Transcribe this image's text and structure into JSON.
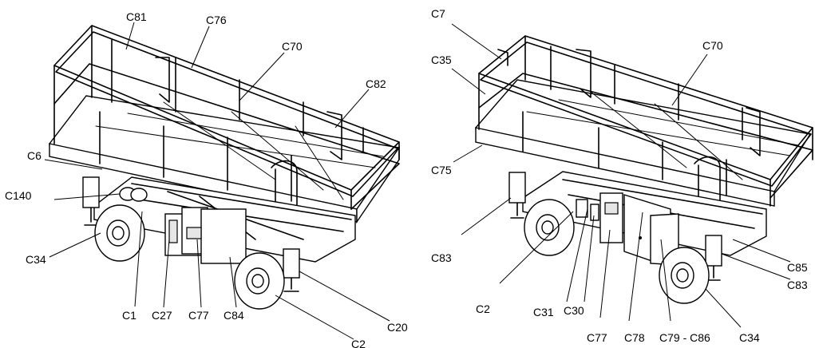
{
  "left_view": {
    "callouts": [
      "C81",
      "C76",
      "C70",
      "C82",
      "C6",
      "C140",
      "C34",
      "C1",
      "C27",
      "C77",
      "C84",
      "C20",
      "C2"
    ]
  },
  "right_view": {
    "callouts": [
      "C7",
      "C35",
      "C70",
      "C75",
      "C83",
      "C2",
      "C31",
      "C30",
      "C77",
      "C78",
      "C79 - C86",
      "C34",
      "C85",
      "C83"
    ]
  }
}
